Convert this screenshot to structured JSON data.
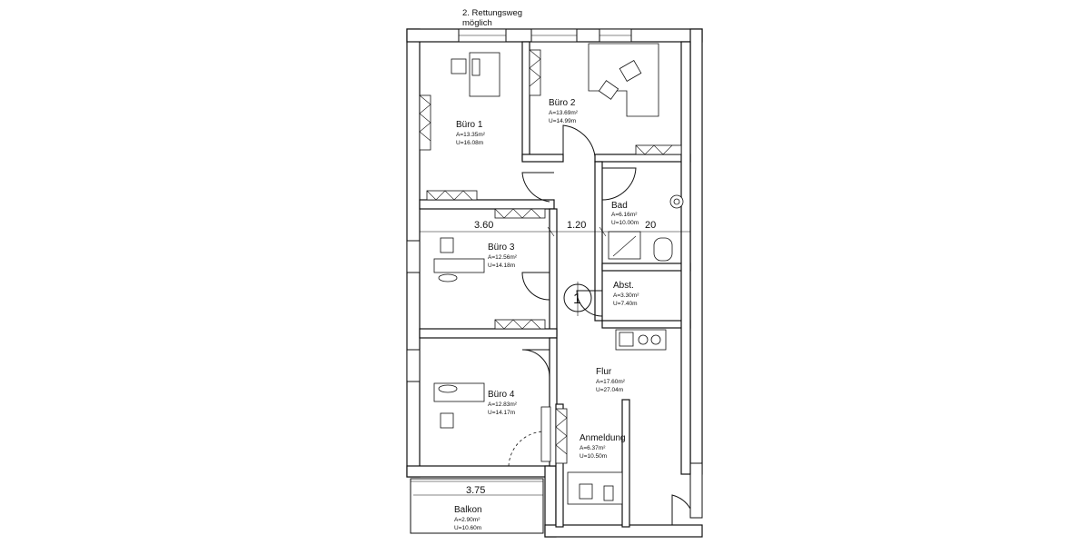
{
  "notes": {
    "escape_route_1": "2. Rettungsweg",
    "escape_route_2": "möglich"
  },
  "rooms": {
    "buero1": {
      "name": "Büro 1",
      "area": "A=13.35m²",
      "perimeter": "U=16.08m"
    },
    "buero2": {
      "name": "Büro 2",
      "area": "A=13.69m²",
      "perimeter": "U=14.99m"
    },
    "bad": {
      "name": "Bad",
      "area": "A=6.16m²",
      "perimeter": "U=10.00m"
    },
    "buero3": {
      "name": "Büro 3",
      "area": "A=12.56m²",
      "perimeter": "U=14.18m"
    },
    "abst": {
      "name": "Abst.",
      "area": "A=3.30m²",
      "perimeter": "U=7.40m"
    },
    "flur": {
      "name": "Flur",
      "area": "A=17.60m²",
      "perimeter": "U=27.04m"
    },
    "buero4": {
      "name": "Büro 4",
      "area": "A=12.83m²",
      "perimeter": "U=14.17m"
    },
    "anmeldung": {
      "name": "Anmeldung",
      "area": "A=6.37m²",
      "perimeter": "U=10.50m"
    },
    "balkon": {
      "name": "Balkon",
      "area": "A=2.90m²",
      "perimeter": "U=10.60m"
    }
  },
  "dimensions": {
    "left": "3.60",
    "middle": "1.20",
    "right": "20",
    "balcony": "3.75"
  },
  "section_mark": "1"
}
